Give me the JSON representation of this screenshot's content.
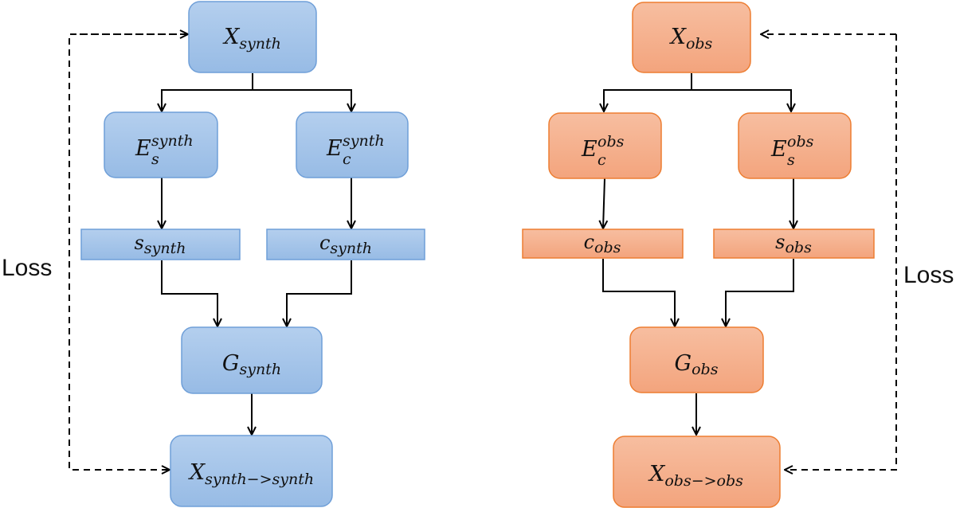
{
  "diagram": {
    "title": "",
    "colors": {
      "synth_fill": "#a3c2e8",
      "synth_stroke": "#6f9fd8",
      "obs_fill": "#f5ac88",
      "obs_stroke": "#ed7d31"
    },
    "synth": {
      "input": {
        "main": "X",
        "sub": "synth",
        "sup": ""
      },
      "enc_s": {
        "main": "E",
        "sub": "s",
        "sup": "synth"
      },
      "enc_c": {
        "main": "E",
        "sub": "c",
        "sup": "synth"
      },
      "code_s": {
        "main": "s",
        "sub": "synth",
        "sup": ""
      },
      "code_c": {
        "main": "c",
        "sub": "synth",
        "sup": ""
      },
      "gen": {
        "main": "G",
        "sub": "synth",
        "sup": ""
      },
      "recon": {
        "main": "X",
        "sub": "synth−>synth",
        "sup": ""
      },
      "loss_label": "Loss"
    },
    "obs": {
      "input": {
        "main": "X",
        "sub": "obs",
        "sup": ""
      },
      "enc_c": {
        "main": "E",
        "sub": "c",
        "sup": "obs"
      },
      "enc_s": {
        "main": "E",
        "sub": "s",
        "sup": "obs"
      },
      "code_c": {
        "main": "c",
        "sub": "obs",
        "sup": ""
      },
      "code_s": {
        "main": "s",
        "sub": "obs",
        "sup": ""
      },
      "gen": {
        "main": "G",
        "sub": "obs",
        "sup": ""
      },
      "recon": {
        "main": "X",
        "sub": "obs−>obs",
        "sup": ""
      },
      "loss_label": "Loss"
    }
  }
}
